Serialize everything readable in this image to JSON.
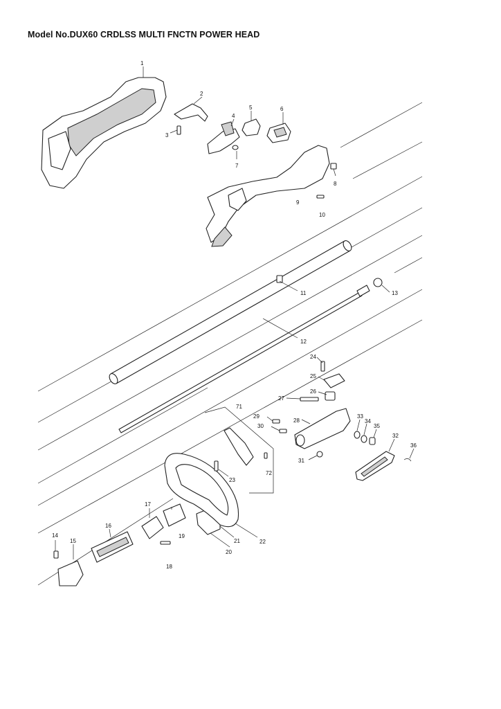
{
  "title": "Model No.DUX60 CRDLSS MULTI FNCTN POWER HEAD",
  "part_numbers": [
    "1",
    "2",
    "3",
    "4",
    "5",
    "6",
    "7",
    "8",
    "9",
    "10",
    "11",
    "12",
    "13",
    "14",
    "15",
    "16",
    "17",
    "18",
    "19",
    "20",
    "21",
    "22",
    "23",
    "24",
    "25",
    "26",
    "27",
    "28",
    "29",
    "30",
    "31",
    "32",
    "33",
    "34",
    "35",
    "36",
    "71",
    "72"
  ]
}
